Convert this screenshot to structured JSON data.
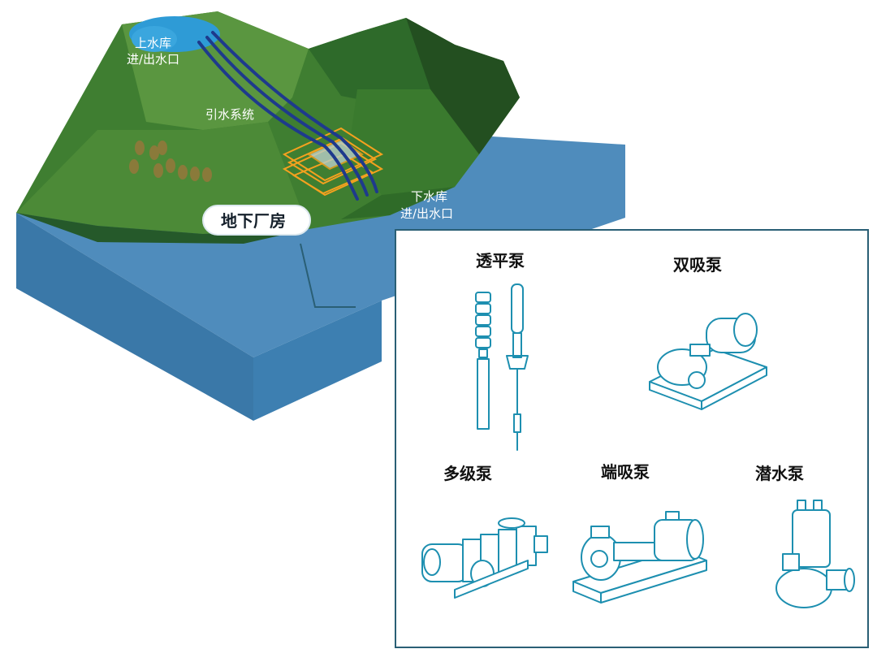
{
  "diagram": {
    "labels": {
      "upper_reservoir_line1": "上水库",
      "upper_reservoir_line2": "进/出水口",
      "diversion_system": "引水系统",
      "lower_reservoir_line1": "下水库",
      "lower_reservoir_line2": "进/出水口",
      "underground_plant": "地下厂房"
    },
    "colors": {
      "water_top": "#4f8cbc",
      "water_side": "#3d7fb1",
      "mountain_dark": "#2e6a2a",
      "mountain_mid": "#4c8a37",
      "mountain_light": "#6aa049",
      "pipes": "#1e3a8c",
      "powerhouse_frame": "#f4a11f",
      "pump_line": "#1d8fb0",
      "panel_border": "#2a5f75"
    }
  },
  "pump_panel": {
    "pumps": [
      {
        "name": "透平泵",
        "icon": "turbine-pump-icon"
      },
      {
        "name": "双吸泵",
        "icon": "double-suction-pump-icon"
      },
      {
        "name": "多级泵",
        "icon": "multistage-pump-icon"
      },
      {
        "name": "端吸泵",
        "icon": "end-suction-pump-icon"
      },
      {
        "name": "潜水泵",
        "icon": "submersible-pump-icon"
      }
    ]
  }
}
